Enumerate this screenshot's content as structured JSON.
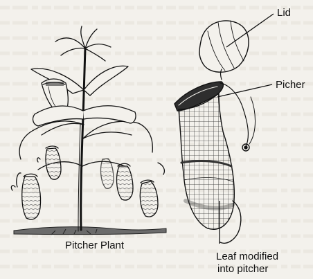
{
  "diagram": {
    "labels": {
      "lid": "Lid",
      "picher": "Picher",
      "pitcher_plant": "Pitcher Plant",
      "leaf_modified_line1": "Leaf modified",
      "leaf_modified_line2": "into pitcher"
    },
    "colors": {
      "ink": "#111111",
      "paper": "#f3f1ec",
      "shade": "#555555"
    }
  }
}
